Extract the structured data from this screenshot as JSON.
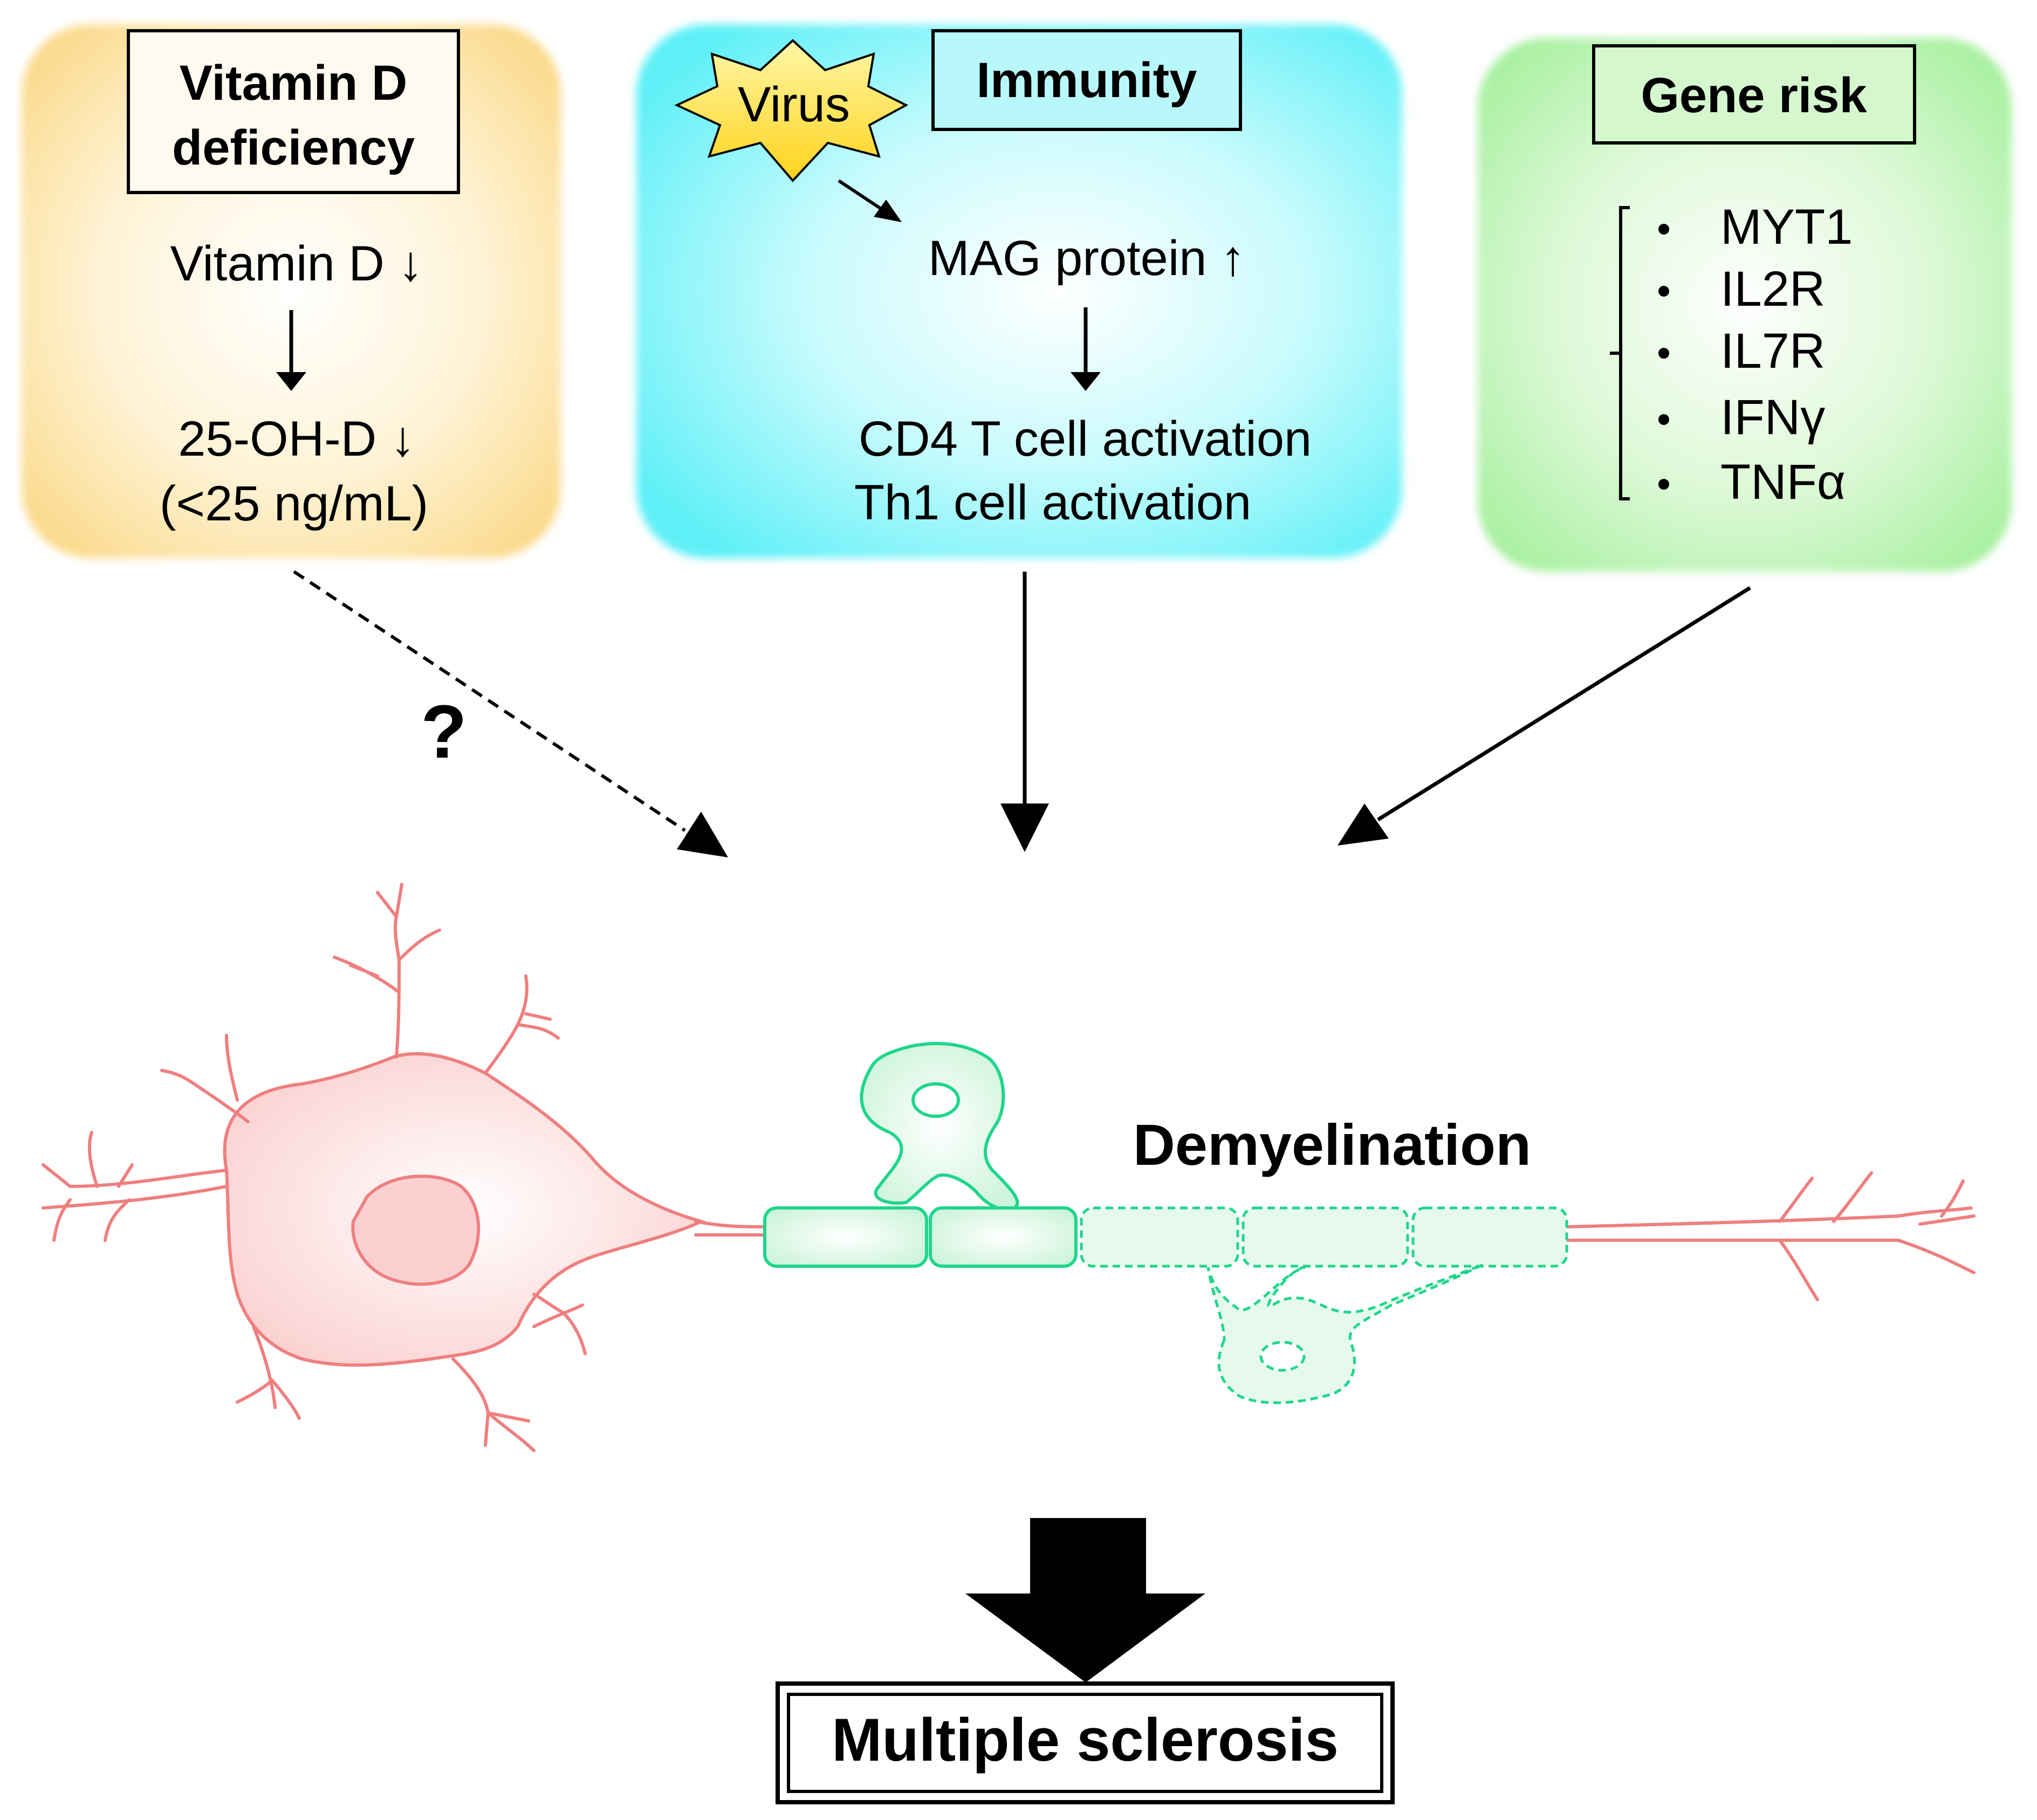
{
  "colors": {
    "vitamin_box": "#fbd98a",
    "immunity_box": "#5ff0f7",
    "gene_box": "#a8f0a0",
    "neuron": "#ef7f7f",
    "neuron_fill": "#fcd9d9",
    "myelin": "#1fd68c",
    "myelin_fill": "#d7f7e2",
    "virus_fill": "#ffe34d"
  },
  "vitamin_d": {
    "title_line1": "Vitamin D",
    "title_line2": "deficiency",
    "line1": "Vitamin D ↓",
    "line2": "25-OH-D ↓",
    "line3": "(<25 ng/mL)",
    "link_label": "?"
  },
  "immunity": {
    "title": "Immunity",
    "virus": "Virus",
    "line1": "MAG protein ↑",
    "line2": "CD4 T cell activation",
    "line3": "Th1 cell activation"
  },
  "gene_risk": {
    "title": "Gene risk",
    "genes": [
      "MYT1",
      "IL2R",
      "IL7R",
      "IFNγ",
      "TNFα"
    ]
  },
  "demyelination_label": "Demyelination",
  "outcome": "Multiple sclerosis",
  "icons": {
    "virus": "star-burst-icon",
    "neuron": "neuron-illustration",
    "oligodendrocyte": "oligodendrocyte-illustration"
  }
}
